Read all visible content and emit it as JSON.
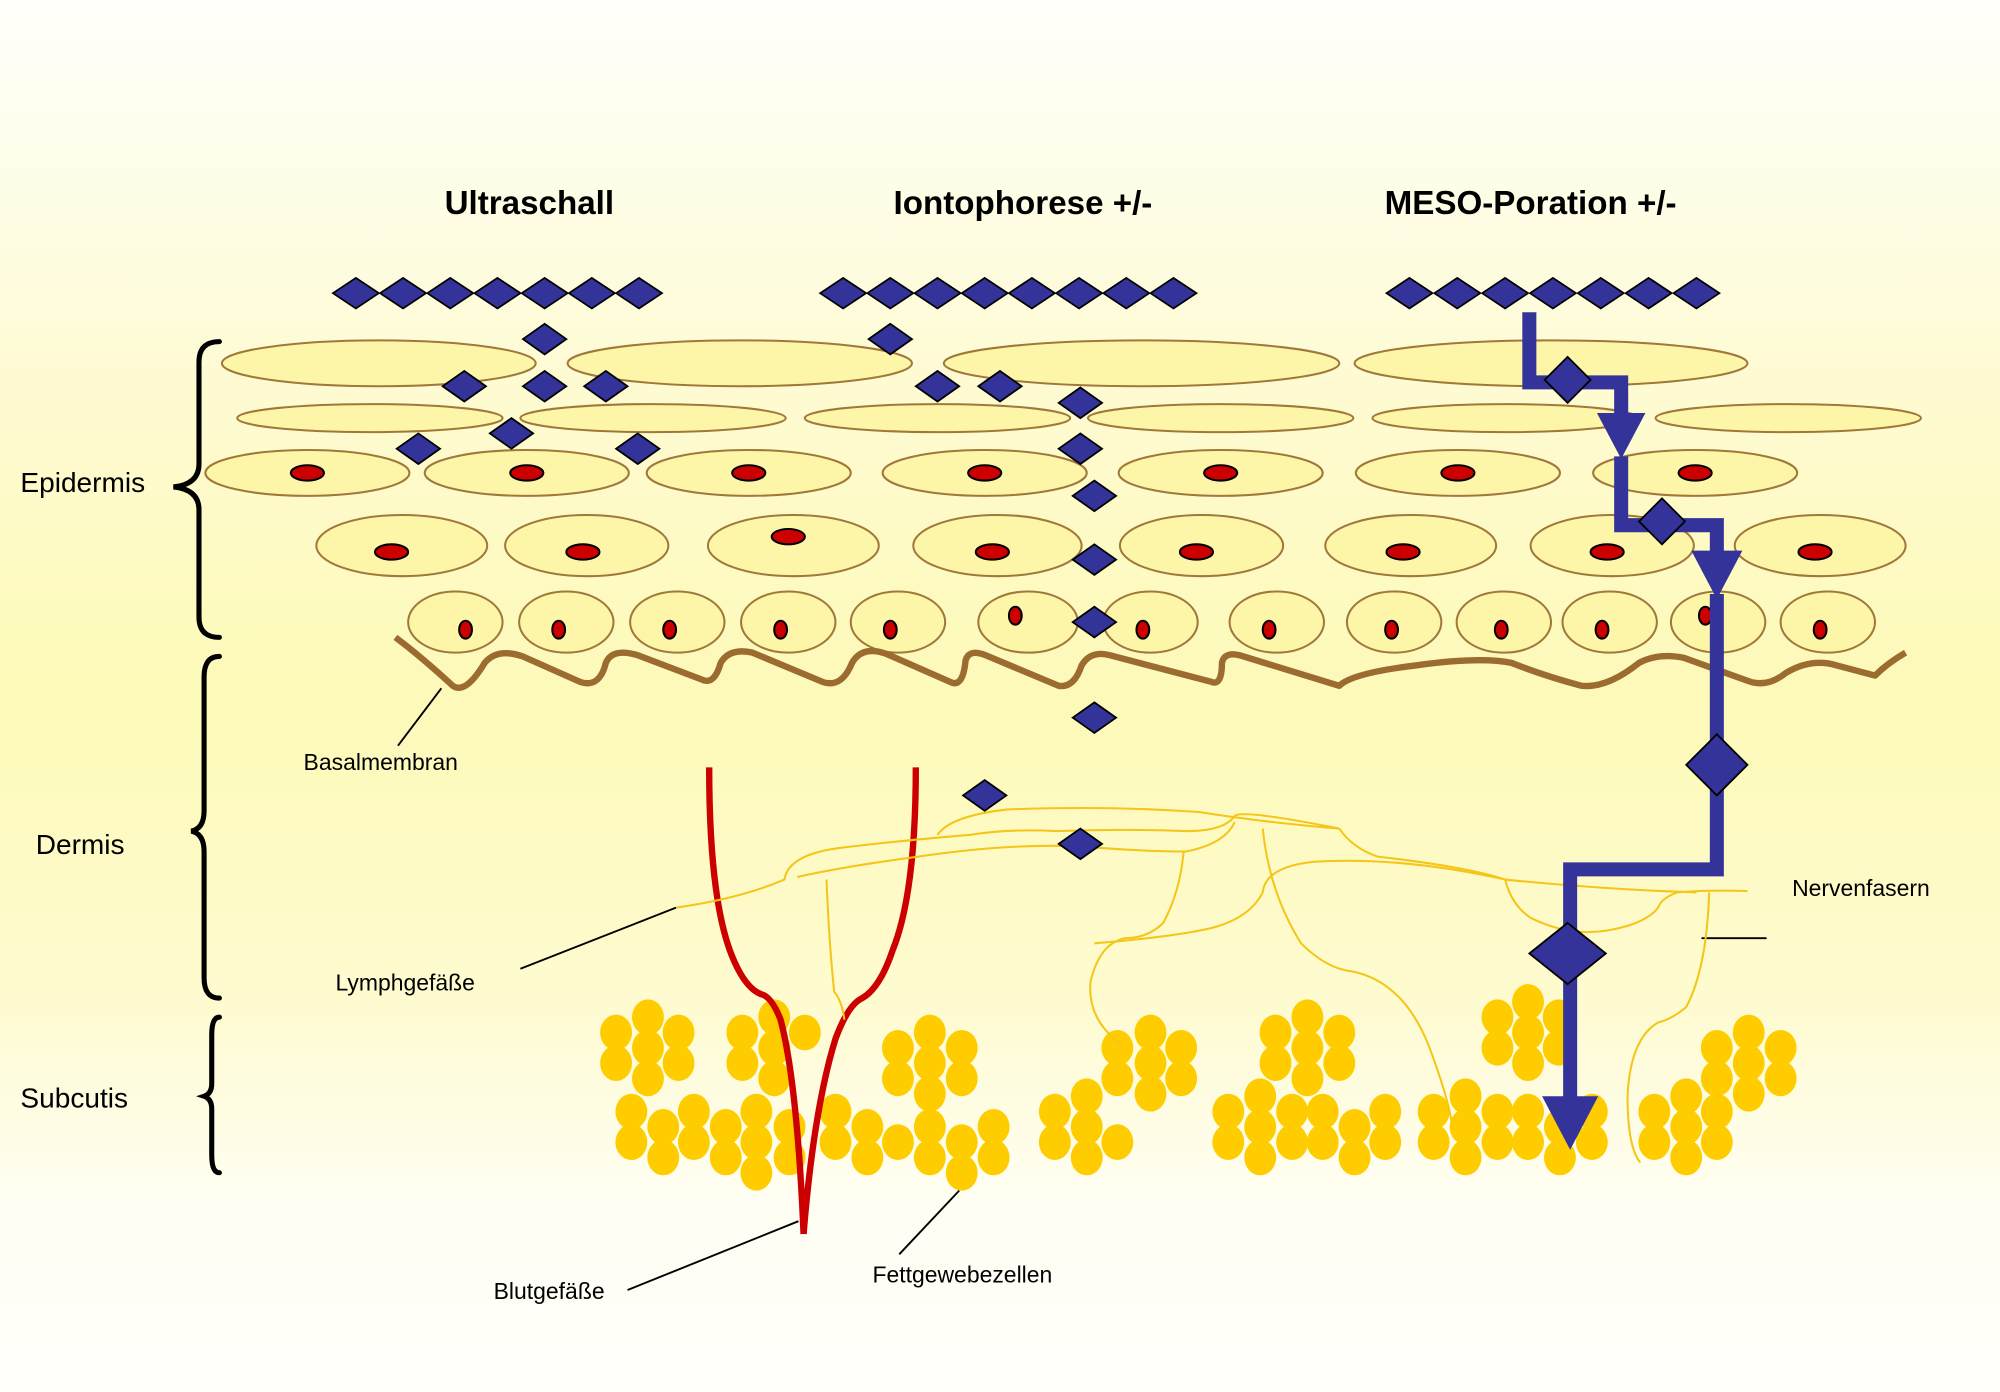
{
  "diagram": {
    "columns": [
      {
        "id": "ultrasound",
        "title": "Ultraschall"
      },
      {
        "id": "iontophoresis",
        "title": "Iontophorese +/-"
      },
      {
        "id": "mesoporation",
        "title": "MESO-Poration +/-"
      }
    ],
    "layers": [
      {
        "id": "epidermis",
        "label": "Epidermis"
      },
      {
        "id": "dermis",
        "label": "Dermis"
      },
      {
        "id": "subcutis",
        "label": "Subcutis"
      }
    ],
    "annotations": {
      "basal_membrane": "Basalmembran",
      "lymph_vessels": "Lymphgefäße",
      "blood_vessels": "Blutgefäße",
      "fat_cells": "Fettgewebezellen",
      "nerve_fibers": "Nervenfasern"
    },
    "colors": {
      "drug_molecule": "#333399",
      "cell_fill": "#fdf6a8",
      "nucleus": "#cc0000",
      "fat_cell": "#ffcc00",
      "blood_vessel": "#cc0000",
      "nerve_fiber": "#f5c518",
      "basal_membrane": "#9c6b30"
    },
    "molecule_counts": {
      "ultrasound_surface": 7,
      "iontophoresis_surface": 8,
      "mesoporation_surface": 7
    }
  }
}
